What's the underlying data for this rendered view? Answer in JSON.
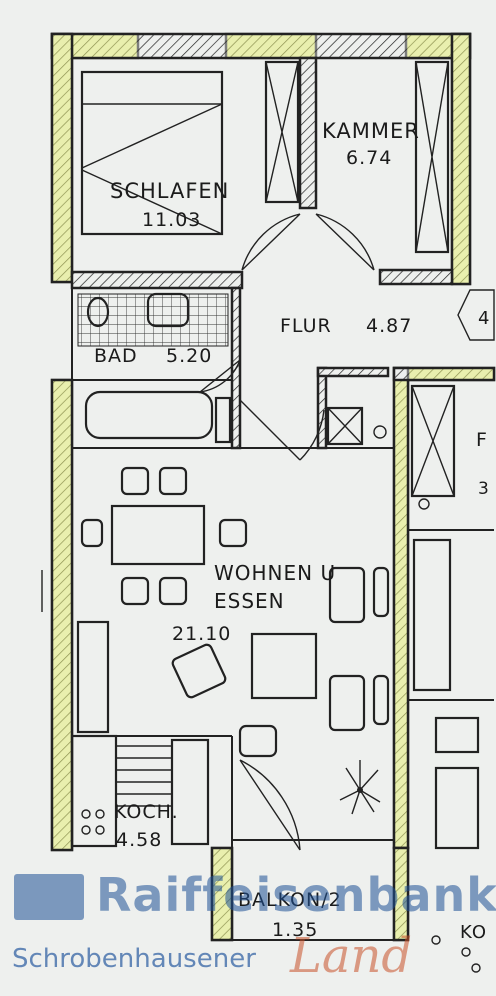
{
  "rooms": {
    "schlafen": {
      "name": "SCHLAFEN",
      "area": "11.03"
    },
    "kammer": {
      "name": "KAMMER",
      "area": "6.74"
    },
    "flur": {
      "name": "FLUR",
      "area": "4.87"
    },
    "bad": {
      "name": "BAD",
      "area": "5.20"
    },
    "wohnen": {
      "name_line1": "WOHNEN U",
      "name_line2": "ESSEN",
      "area": "21.10"
    },
    "koch": {
      "name": "KOCH.",
      "area": "4.58"
    },
    "balkon": {
      "name": "BALKON/2",
      "area": "1.35"
    }
  },
  "edge_labels": {
    "right_marker": "4",
    "right_room_letter": "F",
    "right_room_digit": "3",
    "bottom_right": "KO"
  },
  "watermark": {
    "bank_name": "Raiffeisenbank",
    "region": "Schrobenhausener",
    "signature": "Land"
  },
  "colors": {
    "wall_highlight": "#e6ef7a",
    "linework": "#222222",
    "paper": "#eef0ee"
  }
}
